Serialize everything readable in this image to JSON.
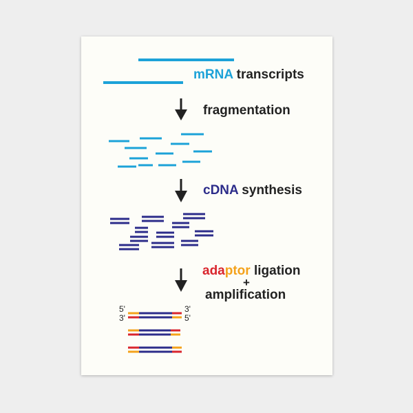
{
  "steps": {
    "mrna": {
      "part1": "mRNA",
      "part2": " transcripts"
    },
    "fragmentation": {
      "label": "fragmentation"
    },
    "cdna": {
      "part1": "cDNA",
      "part2": " synthesis"
    },
    "adaptor": {
      "part_ada": "ada",
      "part_ptor": "ptor",
      "part_rest": " ligation",
      "plus": "+",
      "amplification": "amplification"
    }
  },
  "ends": {
    "top_left": "5'",
    "bottom_left": "3'",
    "top_right": "3'",
    "bottom_right": "5'"
  },
  "colors": {
    "mrna": "#1ca2d8",
    "cdna": "#2c2c8a",
    "adaptor_red": "#d9252d",
    "adaptor_orange": "#f4a21b",
    "arrow": "#222222",
    "poster_bg": "#fdfdf8"
  }
}
